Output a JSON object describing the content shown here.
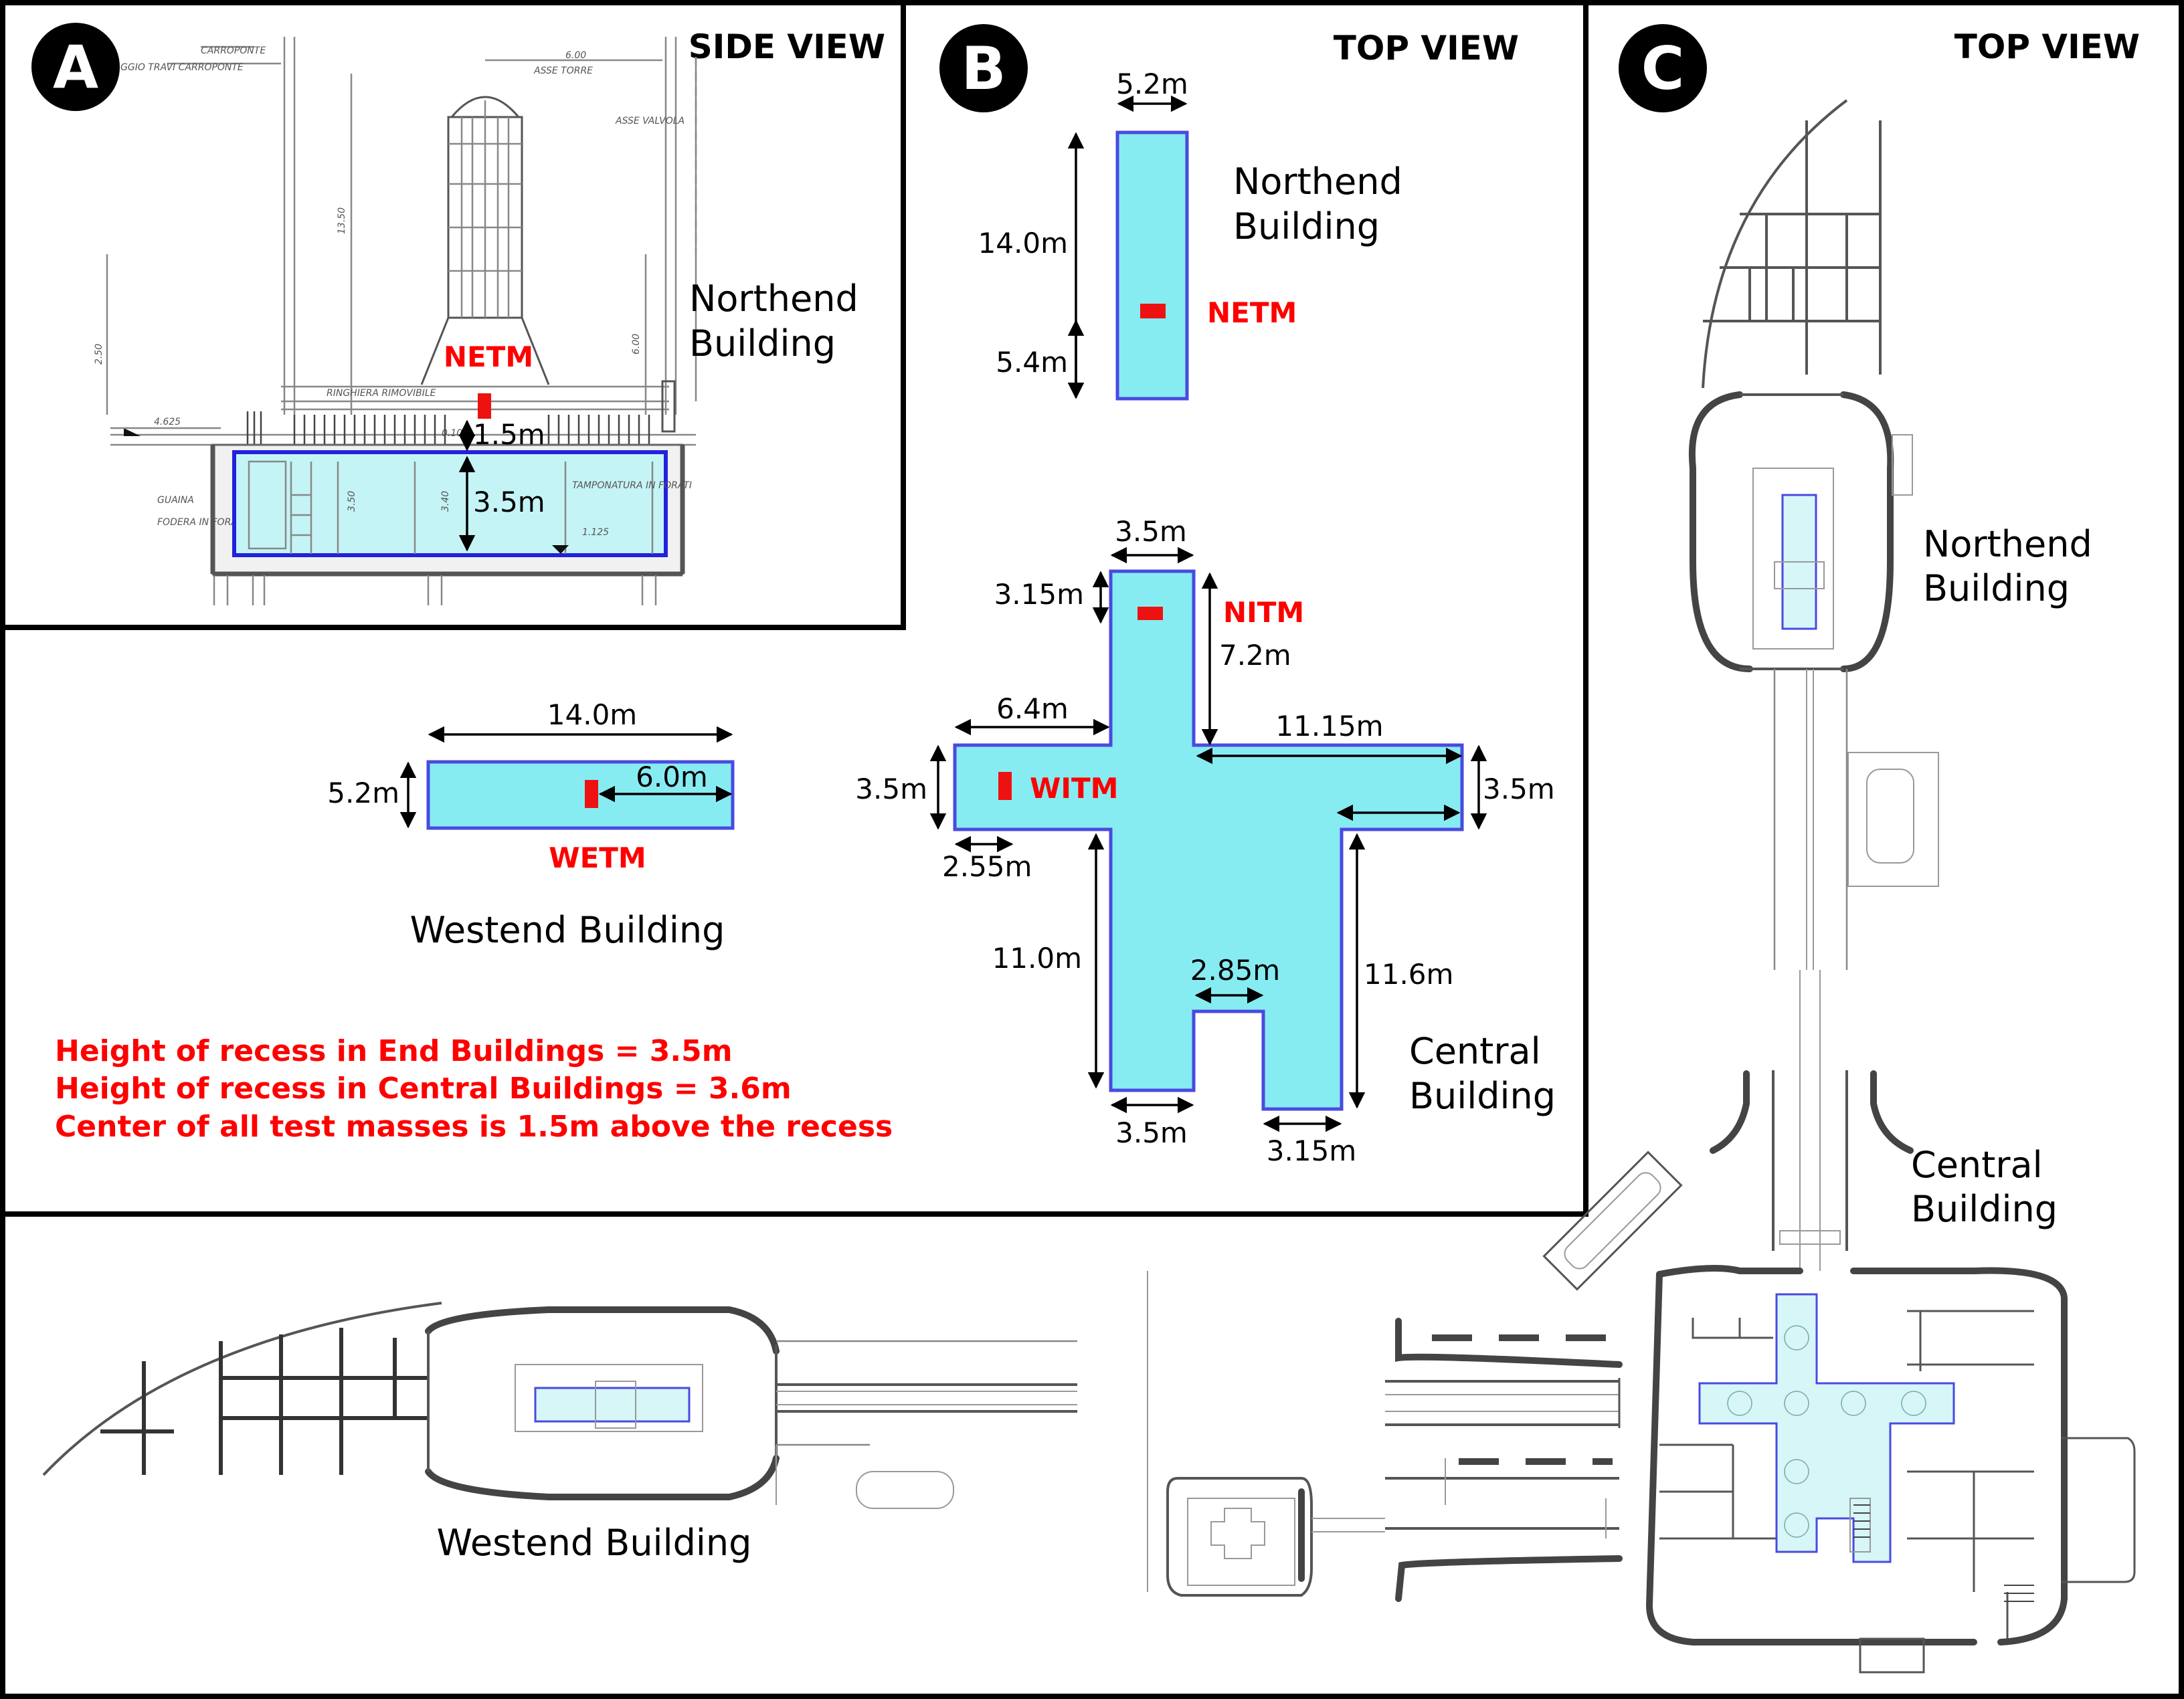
{
  "panels": {
    "a": {
      "badge": "A",
      "view_title": "SIDE VIEW"
    },
    "b": {
      "badge": "B",
      "view_title": "TOP VIEW"
    },
    "c": {
      "badge": "C",
      "view_title": "TOP VIEW"
    }
  },
  "side_view": {
    "building_line1": "Northend",
    "building_line2": "Building",
    "test_mass": "NETM",
    "dim_height_above": "1.5m",
    "dim_recess_height": "3.5m",
    "drawing_labels": {
      "crane_rail": "CARROPONTE",
      "crane_beam": "GGIO TRAVI CARROPONTE",
      "tower_axis": "ASSE TORRE",
      "valve_axis": "ASSE VALVOLA",
      "dim_600": "6.00",
      "dim_1350": "13.50",
      "dim_left_height": "2.50",
      "dim_right_height": "6.00",
      "level_4625": "4.625",
      "railing": "RINGHIERA RIMOVIBILE",
      "dim_010": "0.10",
      "sheath": "GUAINA",
      "lining": "FODERA IN FORATI",
      "dim_350": "3.50",
      "dim_340": "3.40",
      "plaster": "TAMPONATURA IN FORATI",
      "level_1125": "1.125"
    }
  },
  "northend_top": {
    "name_line1": "Northend",
    "name_line2": "Building",
    "test_mass": "NETM",
    "dim_width": "5.2m",
    "dim_length": "14.0m",
    "dim_offset": "5.4m"
  },
  "central_top": {
    "name_line1": "Central",
    "name_line2": "Building",
    "test_mass_north": "NITM",
    "test_mass_west": "WITM",
    "dim_top_width": "3.5m",
    "dim_top_offset": "3.15m",
    "dim_top_arm": "7.2m",
    "dim_west_arm": "6.4m",
    "dim_east_arm": "11.15m",
    "dim_west_width": "3.5m",
    "dim_east_width": "3.5m",
    "dim_west_offset": "2.55m",
    "dim_south_left": "11.0m",
    "dim_south_right": "11.6m",
    "dim_notch": "2.85m",
    "dim_bottom_left": "3.5m",
    "dim_bottom_right": "3.15m"
  },
  "westend_top": {
    "name": "Westend Building",
    "test_mass": "WETM",
    "dim_length": "14.0m",
    "dim_width": "5.2m",
    "dim_offset": "6.0m"
  },
  "notes": [
    "Height of recess in End Buildings = 3.5m",
    "Height of recess in Central Buildings = 3.6m",
    "Center of all test masses is 1.5m above the recess"
  ],
  "site_map": {
    "northend_line1": "Northend",
    "northend_line2": "Building",
    "central_line1": "Central",
    "central_line2": "Building",
    "westend": "Westend Building"
  },
  "colors": {
    "recess_fill": "#87ecf2",
    "recess_outline": "#4a4ae0",
    "test_mass": "#ee1111",
    "annotation_red": "#ff0000"
  }
}
